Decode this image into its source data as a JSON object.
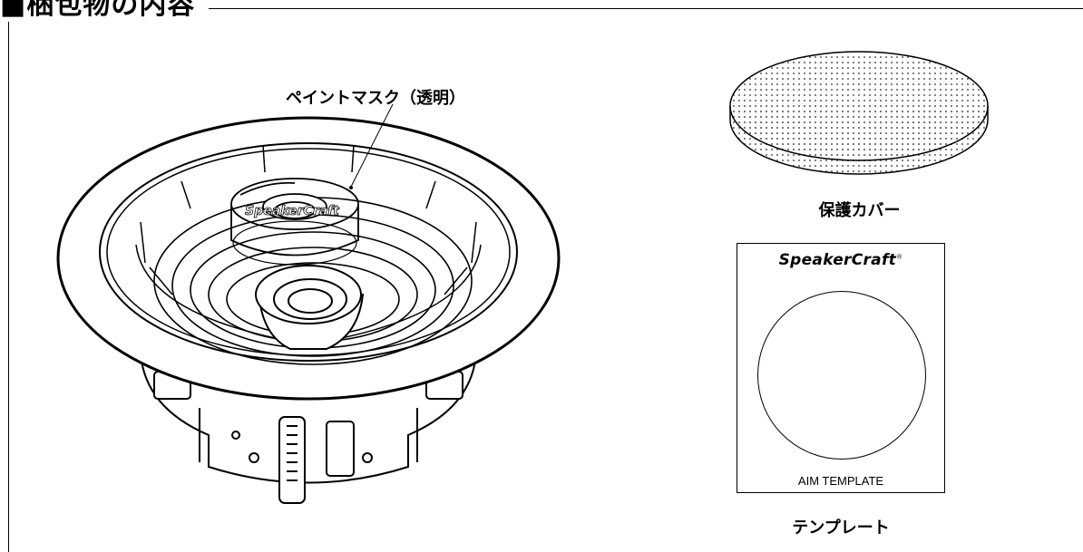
{
  "header": {
    "title": "■梱包物の内容"
  },
  "speaker": {
    "callout_label": "ペイントマスク（透明）",
    "brand": "SpeakerCraft"
  },
  "cover": {
    "caption": "保護カバー"
  },
  "template": {
    "brand": "SpeakerCraft",
    "brand_mark": "®",
    "label": "AIM TEMPLATE",
    "caption": "テンプレート"
  }
}
